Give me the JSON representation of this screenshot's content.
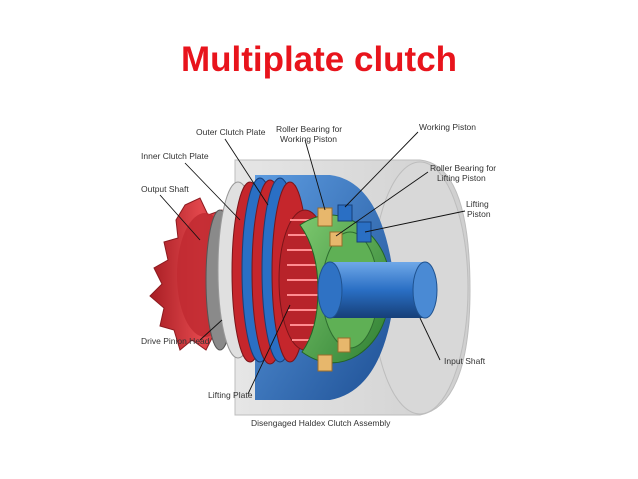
{
  "slide": {
    "title": "Multiplate clutch",
    "title_color": "#e8141c"
  },
  "diagram": {
    "caption": "Disengaged Haldex Clutch Assembly",
    "labels": {
      "outer_clutch_plate": "Outer Clutch Plate",
      "roller_bearing_working_l1": "Roller Bearing for",
      "roller_bearing_working_l2": "Working Piston",
      "working_piston": "Working Piston",
      "inner_clutch_plate": "Inner Clutch Plate",
      "roller_bearing_lifting_l1": "Roller Bearing for",
      "roller_bearing_lifting_l2": "Lifting Piston",
      "output_shaft": "Output Shaft",
      "lifting_piston_l1": "Lifting",
      "lifting_piston_l2": "Piston",
      "drive_pinion_head": "Drive Pinion Head",
      "input_shaft": "Input Shaft",
      "lifting_plate": "Lifting Plate"
    },
    "colors": {
      "housing": "#dcdcdc",
      "blue": "#2a6fc4",
      "red": "#d42a30",
      "green": "#4aa84a",
      "tan": "#e2b070"
    }
  }
}
